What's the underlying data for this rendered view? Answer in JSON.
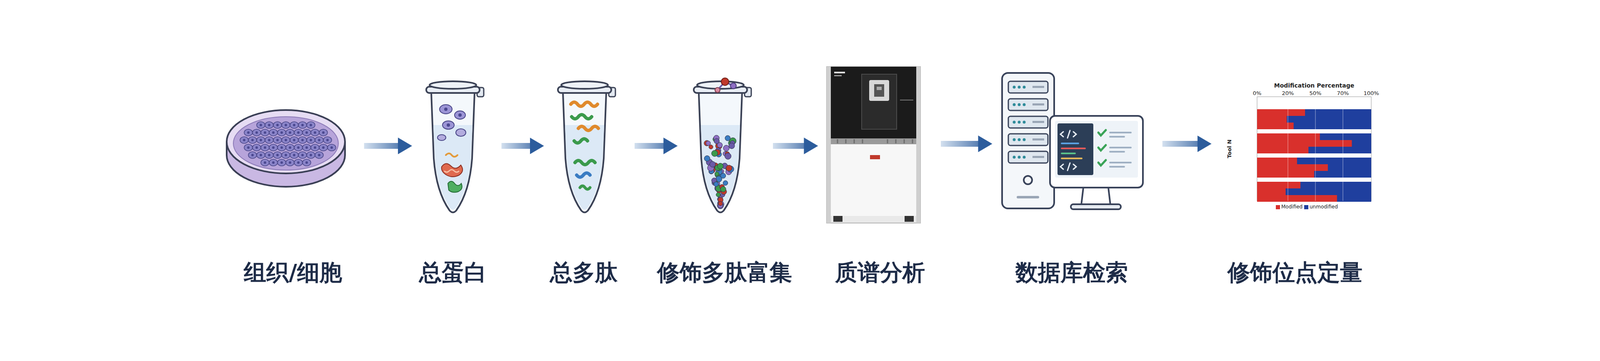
{
  "diagram": {
    "nodes": [
      {
        "text": [
          "组织/细胞"
        ]
      },
      {
        "text": [
          "总蛋白"
        ]
      },
      {
        "text": [
          "总多肽"
        ]
      },
      {
        "text": [
          "修饰多肽富集"
        ]
      },
      {
        "text": [
          "质谱分析"
        ]
      },
      {
        "text": [
          "数据库检索"
        ]
      },
      {
        "text": [
          "修饰位点定量"
        ]
      }
    ],
    "edges": [
      {
        "from": 0,
        "to": 1,
        "arrow": "to"
      },
      {
        "from": 1,
        "to": 2,
        "arrow": "to"
      },
      {
        "from": 2,
        "to": 3,
        "arrow": "to"
      },
      {
        "from": 3,
        "to": 4,
        "arrow": "to"
      },
      {
        "from": 4,
        "to": 5,
        "arrow": "to"
      },
      {
        "from": 5,
        "to": 6,
        "arrow": "to"
      }
    ],
    "labels": [
      "Modification Percentage",
      "0%",
      "20%",
      "50%",
      "70%",
      "100%",
      "Tool N"
    ],
    "legend": [
      {
        "text": "Modified",
        "color": "#d9302c"
      },
      {
        "text": "unmodified",
        "color": "#1f3f9e"
      }
    ]
  }
}
